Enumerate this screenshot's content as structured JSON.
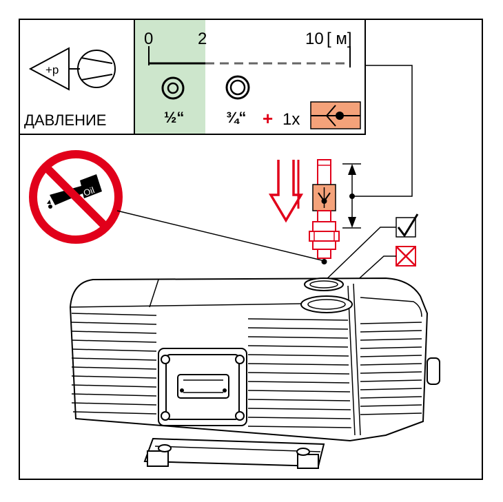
{
  "header": {
    "pressure_symbol": "+p",
    "pressure_label": "ДАВЛЕНИЕ"
  },
  "scale": {
    "tick_0": "0",
    "tick_2": "2",
    "tick_10": "10",
    "unit": "[ м]",
    "short_pipe_size": "½“",
    "long_pipe_size": "¾“",
    "plus": "+",
    "valve_count": "1x"
  },
  "sign": {
    "oil_text": "Oil"
  },
  "colors": {
    "green_zone": "#cde6cc",
    "valve_orange": "#f4a27a",
    "accent_red": "#e1001a",
    "line_gray": "#666666"
  },
  "icons": {
    "pressure": "compressor-pressure-icon",
    "check_valve": "check-valve-icon",
    "no_oil": "no-oil-icon",
    "ok": "checkmark-box-icon",
    "not_ok": "cross-box-icon"
  }
}
